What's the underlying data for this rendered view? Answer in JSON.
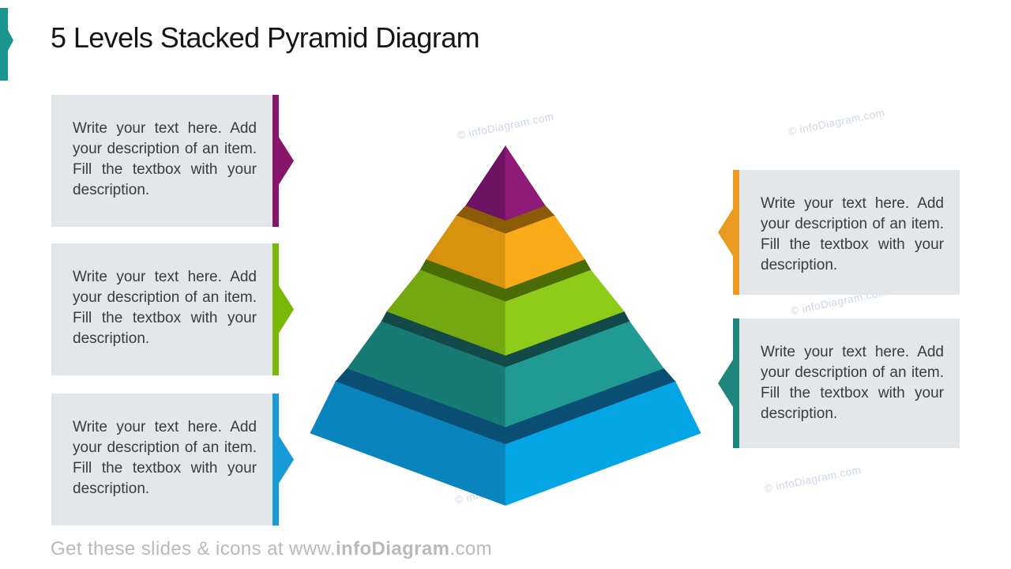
{
  "slide": {
    "title": "5 Levels Stacked Pyramid Diagram",
    "accent_color": "#1b968e"
  },
  "boxes": {
    "placeholder_text": "Write your text here. Add your description of an item. Fill the textbox with your description.",
    "background": "#e3e7ea",
    "left": [
      {
        "accent": "#871569"
      },
      {
        "accent": "#79b806"
      },
      {
        "accent": "#169bd7"
      }
    ],
    "right": [
      {
        "accent": "#ea9a20"
      },
      {
        "accent": "#1f867e"
      }
    ]
  },
  "pyramid": {
    "levels": [
      {
        "name": "level-1-top",
        "colors": {
          "left": "#6e1263",
          "right": "#8e1b78",
          "top": null
        }
      },
      {
        "name": "level-2",
        "colors": {
          "left": "#d8930e",
          "right": "#f9aa19",
          "top": "#8a5c08"
        }
      },
      {
        "name": "level-3",
        "colors": {
          "left": "#73a810",
          "right": "#8ecc19",
          "top": "#4a6b05"
        }
      },
      {
        "name": "level-4",
        "colors": {
          "left": "#187a74",
          "right": "#1f9b93",
          "top": "#14494a"
        }
      },
      {
        "name": "level-5-base",
        "colors": {
          "left": "#0984bd",
          "right": "#04a5e4",
          "top": "#0b4e73"
        }
      }
    ]
  },
  "watermark": {
    "text": "© infoDiagram.com",
    "color": "#cdd5e8"
  },
  "footer": {
    "prefix": "Get these slides & icons at www.",
    "brand": "infoDiagram",
    "suffix": ".com"
  }
}
